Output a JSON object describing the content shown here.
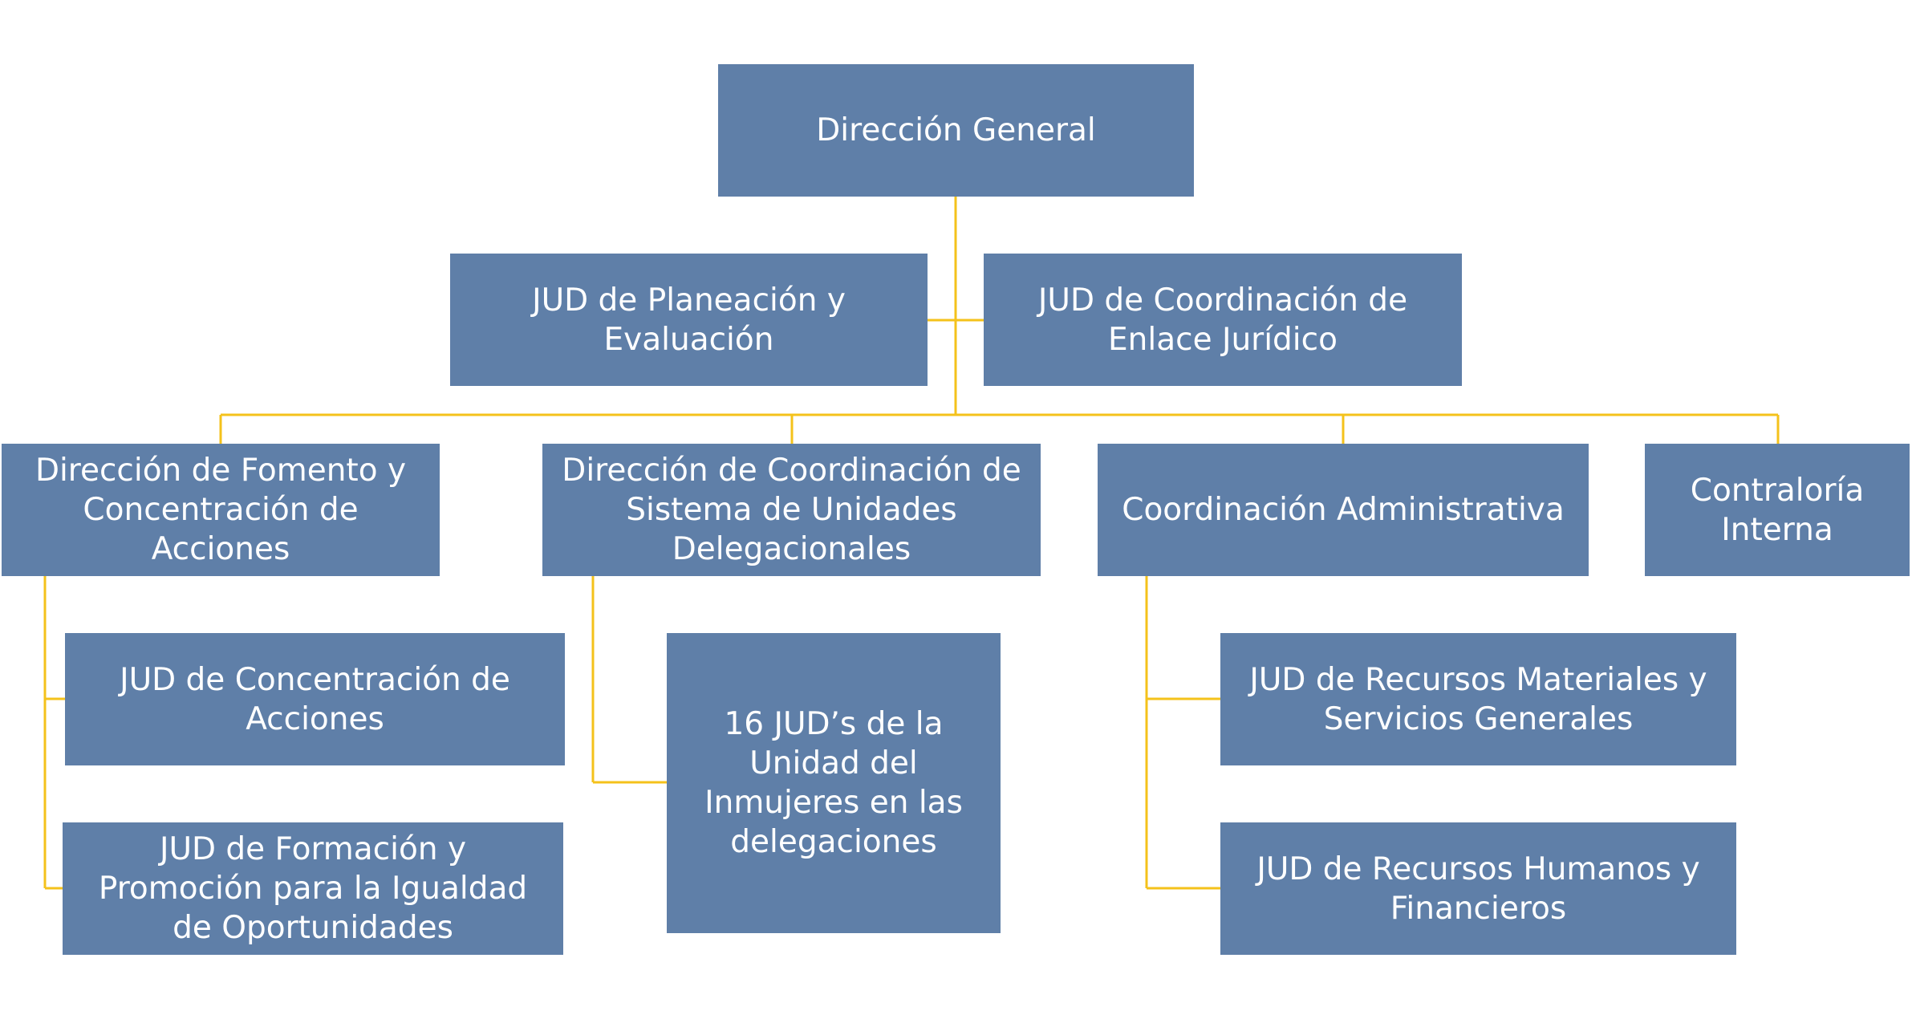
{
  "org_chart": {
    "connector_color": "#f4c21b",
    "box_color": "#5f7fa8",
    "text_color": "#ffffff",
    "nodes": {
      "direccion_general": "Dirección General",
      "jud_planeacion": "JUD de Planeación y\nEvaluación",
      "jud_enlace_juridico": "JUD de Coordinación de\nEnlace Jurídico",
      "direccion_fomento": "Dirección de Fomento y\nConcentración de\nAcciones",
      "direccion_sistema_unidades": "Dirección de Coordinación de\nSistema de Unidades\nDelegacionales",
      "coordinacion_administrativa": "Coordinación Administrativa",
      "contraloria_interna": "Contraloría\nInterna",
      "jud_concentracion_acciones": "JUD de Concentración de\nAcciones",
      "jud_formacion_promocion": "JUD de Formación y\nPromoción para la Igualdad\nde Oportunidades",
      "jud_16_unidades": "16 JUD’s de la\nUnidad del\nInmujeres en las\ndelegaciones",
      "jud_recursos_materiales": "JUD de Recursos Materiales y\nServicios Generales",
      "jud_recursos_humanos": "JUD de Recursos Humanos y\nFinancieros"
    }
  }
}
